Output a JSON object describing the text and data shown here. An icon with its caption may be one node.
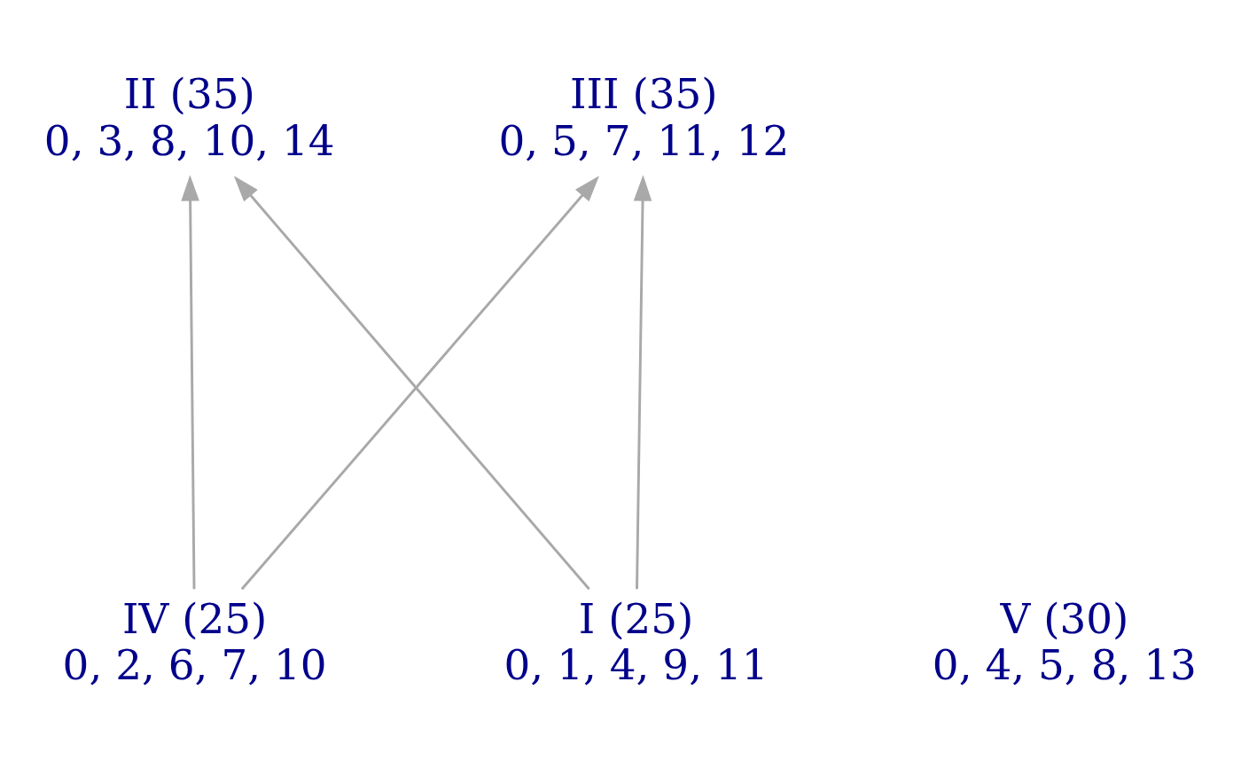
{
  "diagram": {
    "nodes": [
      {
        "text": [
          "II (35)",
          "0, 3, 8, 10, 14"
        ]
      },
      {
        "text": [
          "III (35)",
          "0, 5, 7, 11, 12"
        ]
      },
      {
        "text": [
          "V (30)",
          "0, 4, 5, 8, 13"
        ]
      },
      {
        "text": [
          "IV (25)",
          "0, 2, 6, 7, 10"
        ]
      },
      {
        "text": [
          "I (25)",
          "0, 1, 4, 9, 11"
        ]
      }
    ],
    "edges": [
      {
        "from": 3,
        "to": 0,
        "arrow": "to"
      },
      {
        "from": 3,
        "to": 1,
        "arrow": "to"
      },
      {
        "from": 4,
        "to": 0,
        "arrow": "to"
      },
      {
        "from": 4,
        "to": 1,
        "arrow": "to"
      }
    ]
  }
}
